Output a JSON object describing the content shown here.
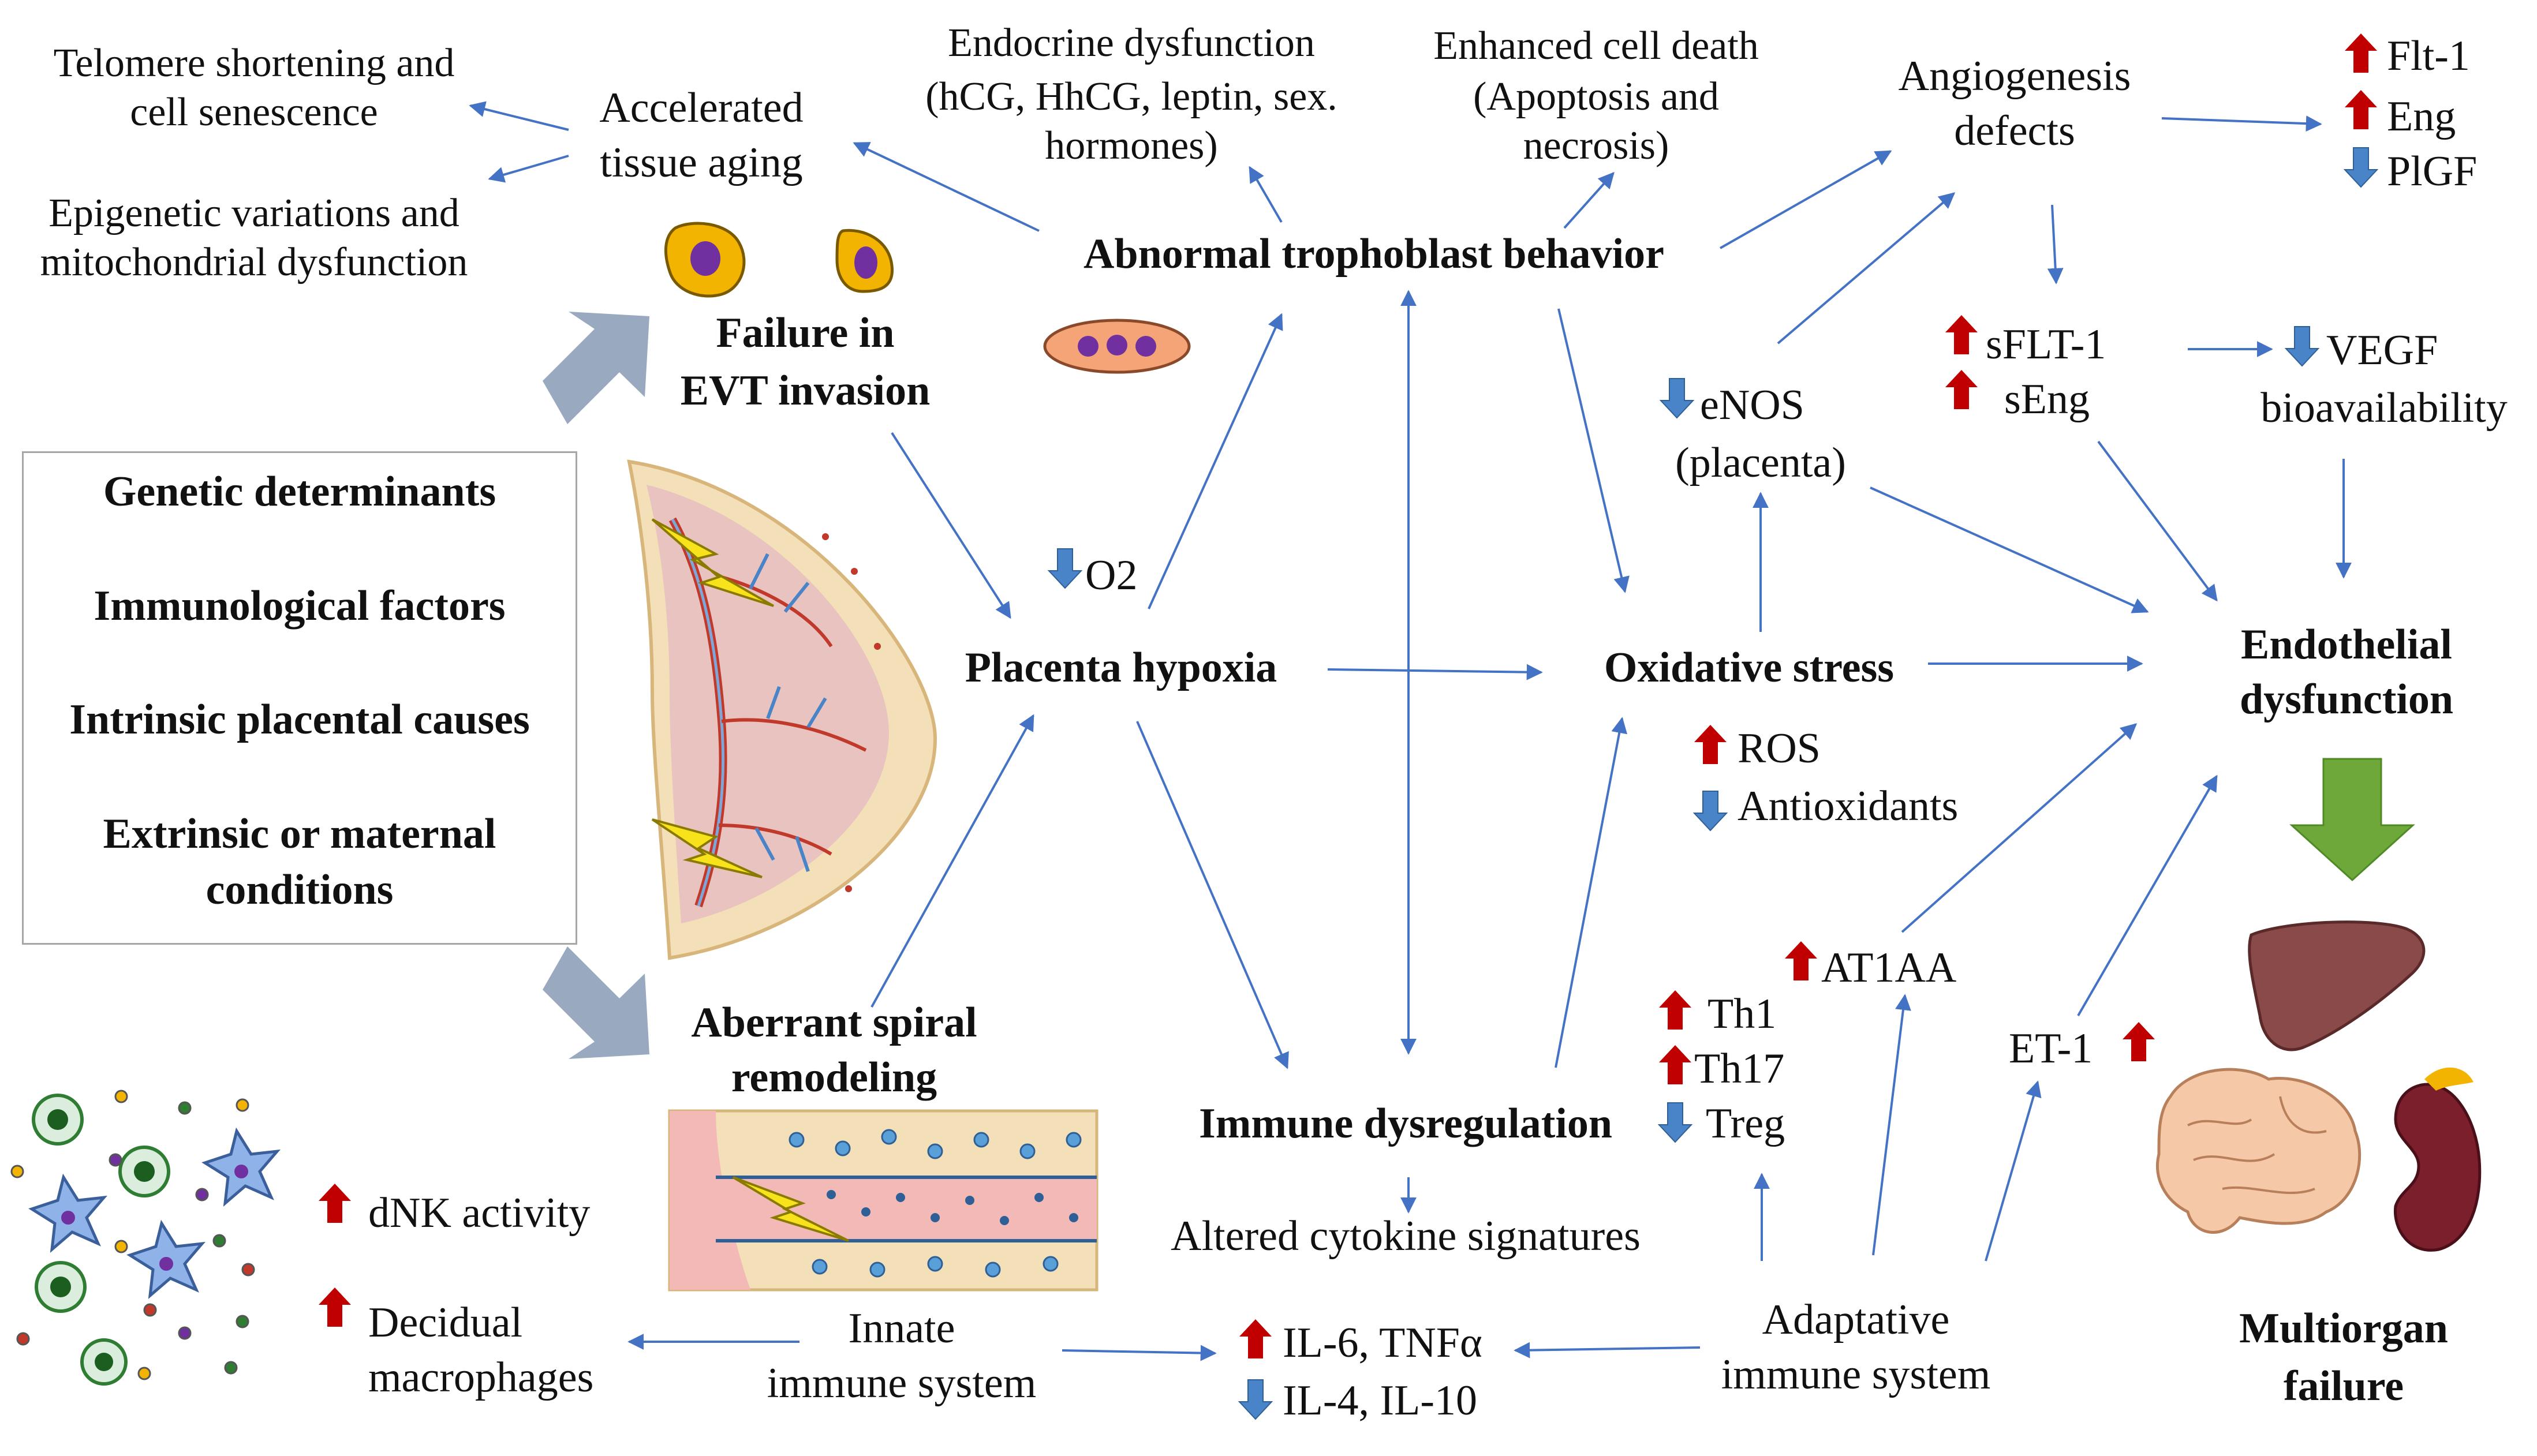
{
  "colors": {
    "arrow_blue": "#4472c4",
    "up_arrow_red": "#c00000",
    "down_arrow_blue": "#4a84c8",
    "big_arrow_gray": "#99a9c0",
    "big_arrow_green": "#6ea83a",
    "box_border": "#a6a6a6"
  },
  "left_box": {
    "line1": "Genetic determinants",
    "line2": "Immunological  factors",
    "line3": "Intrinsic placental  causes",
    "line4a": "Extrinsic  or maternal",
    "line4b": "conditions"
  },
  "top_left": {
    "telomere_a": "Telomere shortening and",
    "telomere_b": "cell senescence",
    "epigenetic_a": "Epigenetic variations and",
    "epigenetic_b": "mitochondrial dysfunction",
    "aging_a": "Accelerated",
    "aging_b": "tissue  aging"
  },
  "top_center": {
    "endocrine_a": "Endocrine dysfunction",
    "endocrine_b": "(hCG, HhCG, leptin, sex.",
    "endocrine_c": "hormones)",
    "death_a": "Enhanced cell death",
    "death_b": "(Apoptosis and",
    "death_c": "necrosis)",
    "trophoblast": "Abnormal  trophoblast  behavior"
  },
  "top_right": {
    "angio_a": "Angiogenesis",
    "angio_b": "defects",
    "flt1": "Flt-1",
    "eng": "Eng",
    "plgf": "PlGF",
    "sflt1": "sFLT-1",
    "seng": "sEng",
    "vegf_a": "VEGF",
    "vegf_b": "bioavailability",
    "enos_a": "eNOS",
    "enos_b": "(placenta)"
  },
  "middle": {
    "evt_a": "Failure in",
    "evt_b": "EVT invasion",
    "o2": "O2",
    "hypoxia": "Placenta hypoxia",
    "oxidative": "Oxidative  stress",
    "ros": "ROS",
    "antioxidants": "Antioxidants",
    "endothelial_a": "Endothelial",
    "endothelial_b": "dysfunction"
  },
  "lower": {
    "spiral_a": "Aberrant spiral",
    "spiral_b": "remodeling",
    "immune_dys": "Immune  dysregulation",
    "cytokine": "Altered  cytokine  signatures",
    "th1": "Th1",
    "th17": "Th17",
    "treg": "Treg",
    "at1aa": "AT1AA",
    "et1": "ET-1",
    "dnk": "dNK activity",
    "decidual_a": "Decidual",
    "decidual_b": "macrophages",
    "innate_a": "Innate",
    "innate_b": "immune system",
    "il6": "IL-6, TNFα",
    "il4": "IL-4, IL-10",
    "adaptive_a": "Adaptative",
    "adaptive_b": "immune system",
    "multiorgan_a": "Multiorgan",
    "multiorgan_b": "failure"
  },
  "icons": [
    "trophoblast-cell-icon",
    "placenta-illustration",
    "spiral-artery-illustration",
    "immune-cells-illustration",
    "liver-icon",
    "brain-icon",
    "kidney-icon"
  ]
}
